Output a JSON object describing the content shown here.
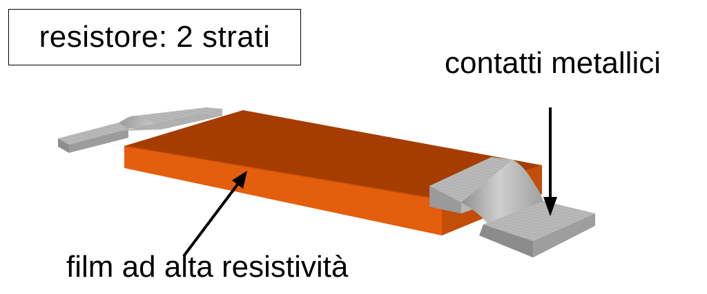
{
  "title": "resistore: 2 strati",
  "labels": {
    "contacts": "contatti metallici",
    "film": "film ad alta resistività"
  },
  "colors": {
    "film_top": "#a63d00",
    "film_front": "#e35e0d",
    "film_right": "#c24e08",
    "metal_light": "#c4c4c4",
    "metal_mid": "#a9a9a9",
    "metal_dark": "#8c8c8c",
    "arrow": "#000000"
  }
}
